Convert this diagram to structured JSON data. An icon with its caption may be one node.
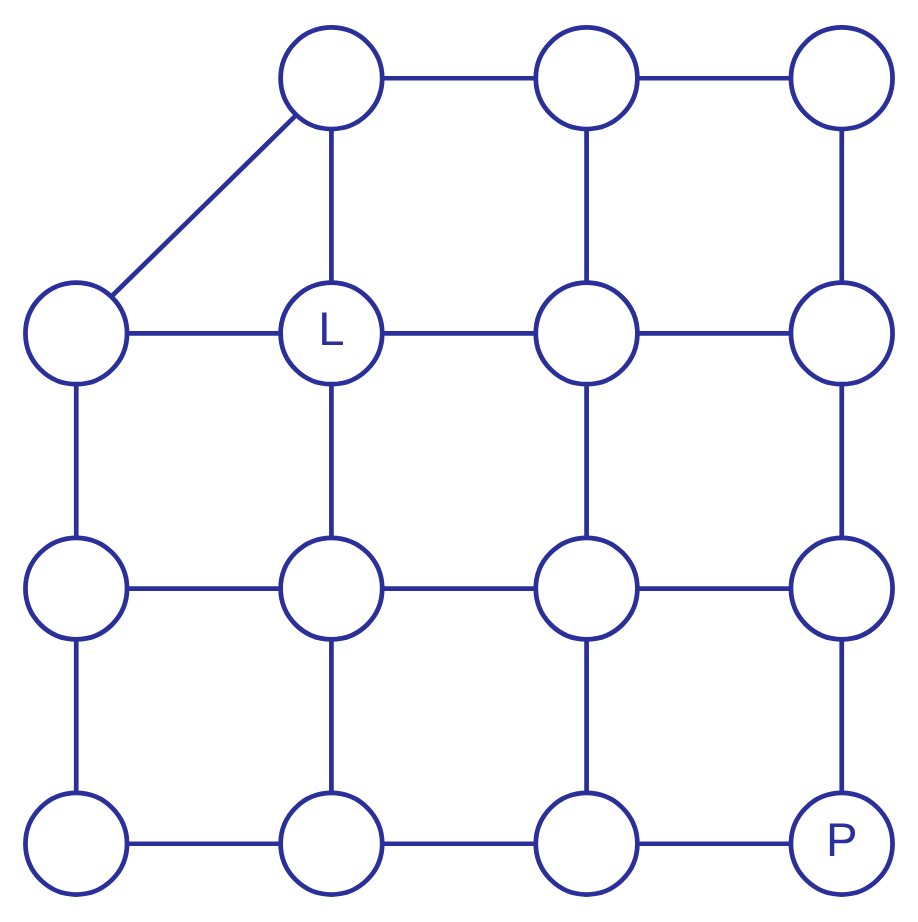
{
  "diagram": {
    "nodes": [
      {
        "text": [],
        "shape": "circle"
      },
      {
        "text": [],
        "shape": "circle"
      },
      {
        "text": [],
        "shape": "circle"
      },
      {
        "text": [],
        "shape": "circle"
      },
      {
        "text": [
          "L"
        ]
      },
      {
        "text": [],
        "shape": "circle"
      },
      {
        "text": [],
        "shape": "circle"
      },
      {
        "text": [],
        "shape": "circle"
      },
      {
        "text": [],
        "shape": "circle"
      },
      {
        "text": [],
        "shape": "circle"
      },
      {
        "text": [],
        "shape": "circle"
      },
      {
        "text": [],
        "shape": "circle"
      },
      {
        "text": [],
        "shape": "circle"
      },
      {
        "text": [],
        "shape": "circle"
      },
      {
        "text": [
          "P"
        ]
      }
    ],
    "edges": [
      {
        "from": 0,
        "to": 1,
        "arrow": "none"
      },
      {
        "from": 1,
        "to": 2,
        "arrow": "none"
      },
      {
        "from": 0,
        "to": 3,
        "arrow": "none"
      },
      {
        "from": 0,
        "to": 4,
        "arrow": "none"
      },
      {
        "from": 1,
        "to": 5,
        "arrow": "none"
      },
      {
        "from": 2,
        "to": 6,
        "arrow": "none"
      },
      {
        "from": 3,
        "to": 4,
        "arrow": "none"
      },
      {
        "from": 4,
        "to": 5,
        "arrow": "none"
      },
      {
        "from": 5,
        "to": 6,
        "arrow": "none"
      },
      {
        "from": 3,
        "to": 7,
        "arrow": "none"
      },
      {
        "from": 4,
        "to": 8,
        "arrow": "none"
      },
      {
        "from": 5,
        "to": 9,
        "arrow": "none"
      },
      {
        "from": 6,
        "to": 10,
        "arrow": "none"
      },
      {
        "from": 7,
        "to": 8,
        "arrow": "none"
      },
      {
        "from": 8,
        "to": 9,
        "arrow": "none"
      },
      {
        "from": 9,
        "to": 10,
        "arrow": "none"
      },
      {
        "from": 7,
        "to": 11,
        "arrow": "none"
      },
      {
        "from": 8,
        "to": 12,
        "arrow": "none"
      },
      {
        "from": 9,
        "to": 13,
        "arrow": "none"
      },
      {
        "from": 10,
        "to": 14,
        "arrow": "none"
      },
      {
        "from": 11,
        "to": 12,
        "arrow": "none"
      },
      {
        "from": 12,
        "to": 13,
        "arrow": "none"
      },
      {
        "from": 13,
        "to": 14,
        "arrow": "none"
      }
    ]
  }
}
